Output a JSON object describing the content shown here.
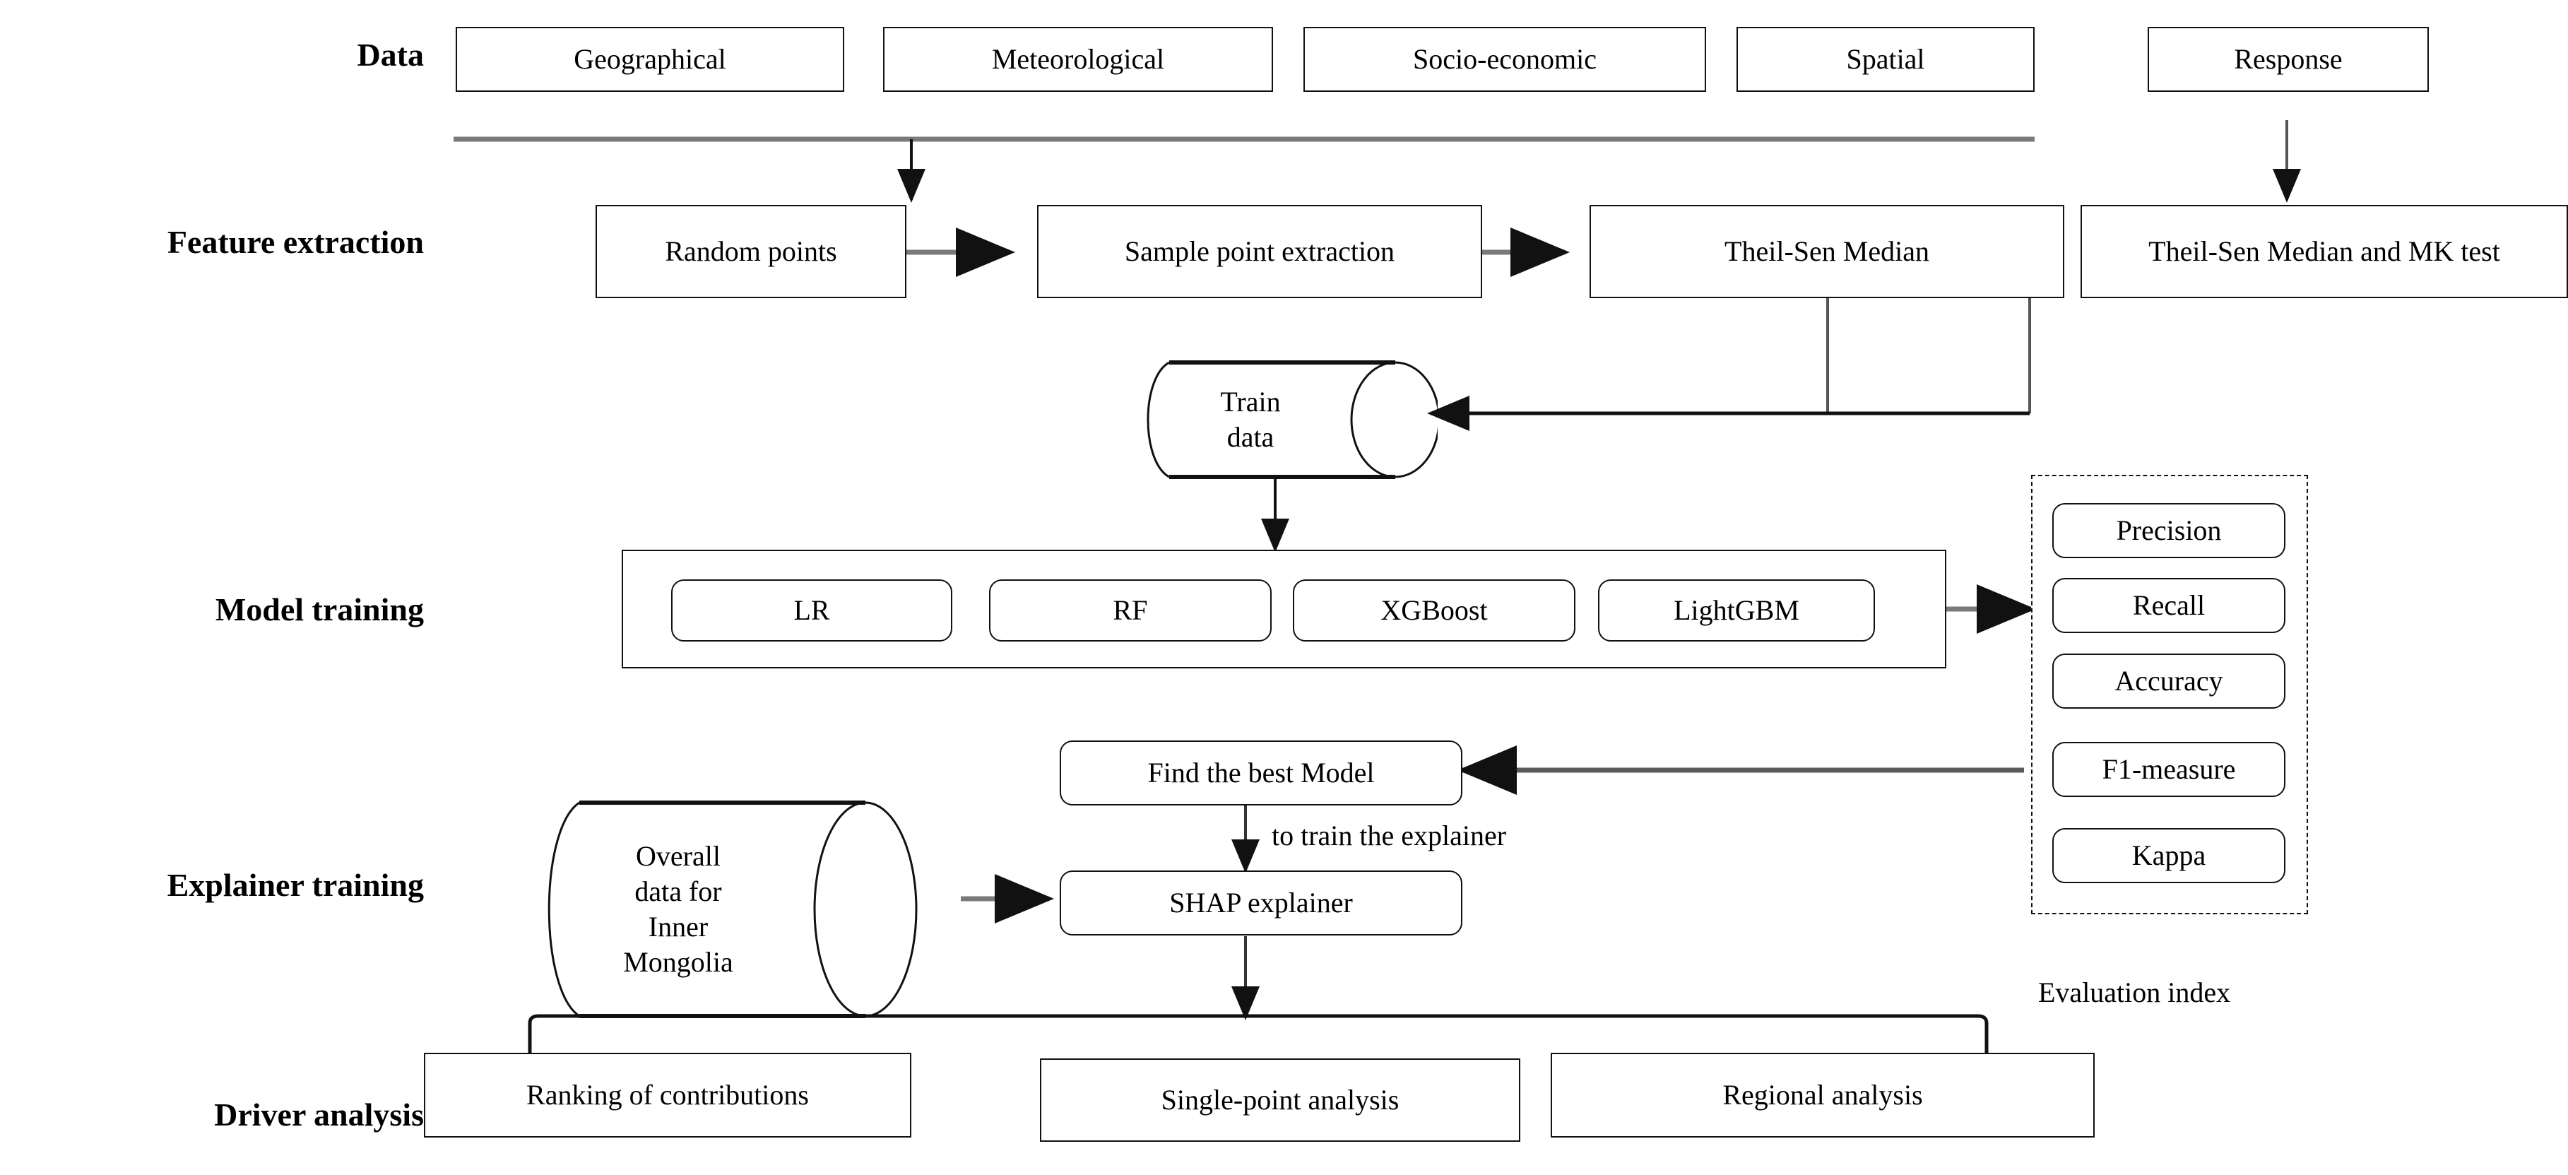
{
  "diagram": {
    "title": "Methodology flowchart",
    "colors": {
      "stroke": "#111111",
      "bus_line": "#7a7a7a",
      "background": "#ffffff"
    },
    "stages": [
      {
        "id": "data",
        "label": "Data"
      },
      {
        "id": "feature-extraction",
        "label": "Feature extraction"
      },
      {
        "id": "model-training",
        "label": "Model training"
      },
      {
        "id": "explainer-training",
        "label": "Explainer training"
      },
      {
        "id": "driver-analysis",
        "label": "Driver analysis"
      }
    ],
    "data_row": {
      "items": [
        {
          "id": "geographical",
          "label": "Geographical"
        },
        {
          "id": "meteorological",
          "label": "Meteorological"
        },
        {
          "id": "socio-economic",
          "label": "Socio-economic"
        },
        {
          "id": "spatial",
          "label": "Spatial"
        }
      ],
      "response": {
        "id": "response",
        "label": "Response"
      }
    },
    "feature_row": {
      "random_points": {
        "label": "Random points"
      },
      "sample_point_extraction": {
        "label": "Sample point extraction"
      },
      "theil_sen_median": {
        "label": "Theil-Sen Median"
      },
      "theil_sen_mk": {
        "label": "Theil-Sen Median and MK test"
      }
    },
    "train_data": {
      "label": "Train\ndata"
    },
    "model_row": {
      "models": [
        {
          "id": "lr",
          "label": "LR"
        },
        {
          "id": "rf",
          "label": "RF"
        },
        {
          "id": "xgboost",
          "label": "XGBoost"
        },
        {
          "id": "lightgbm",
          "label": "LightGBM"
        }
      ]
    },
    "evaluation": {
      "caption": "Evaluation index",
      "metrics": [
        {
          "id": "precision",
          "label": "Precision"
        },
        {
          "id": "recall",
          "label": "Recall"
        },
        {
          "id": "accuracy",
          "label": "Accuracy"
        },
        {
          "id": "f1-measure",
          "label": "F1-measure"
        },
        {
          "id": "kappa",
          "label": "Kappa"
        }
      ]
    },
    "explainer_row": {
      "find_best_model": {
        "label": "Find the best Model"
      },
      "edge_label": "to train the explainer",
      "shap_explainer": {
        "label": "SHAP explainer"
      },
      "overall_data": {
        "label": "Overall\ndata for\nInner\nMongolia"
      }
    },
    "driver_row": {
      "items": [
        {
          "id": "ranking-of-contributions",
          "label": "Ranking of contributions"
        },
        {
          "id": "single-point-analysis",
          "label": "Single-point analysis"
        },
        {
          "id": "regional-analysis",
          "label": "Regional analysis"
        }
      ]
    }
  }
}
